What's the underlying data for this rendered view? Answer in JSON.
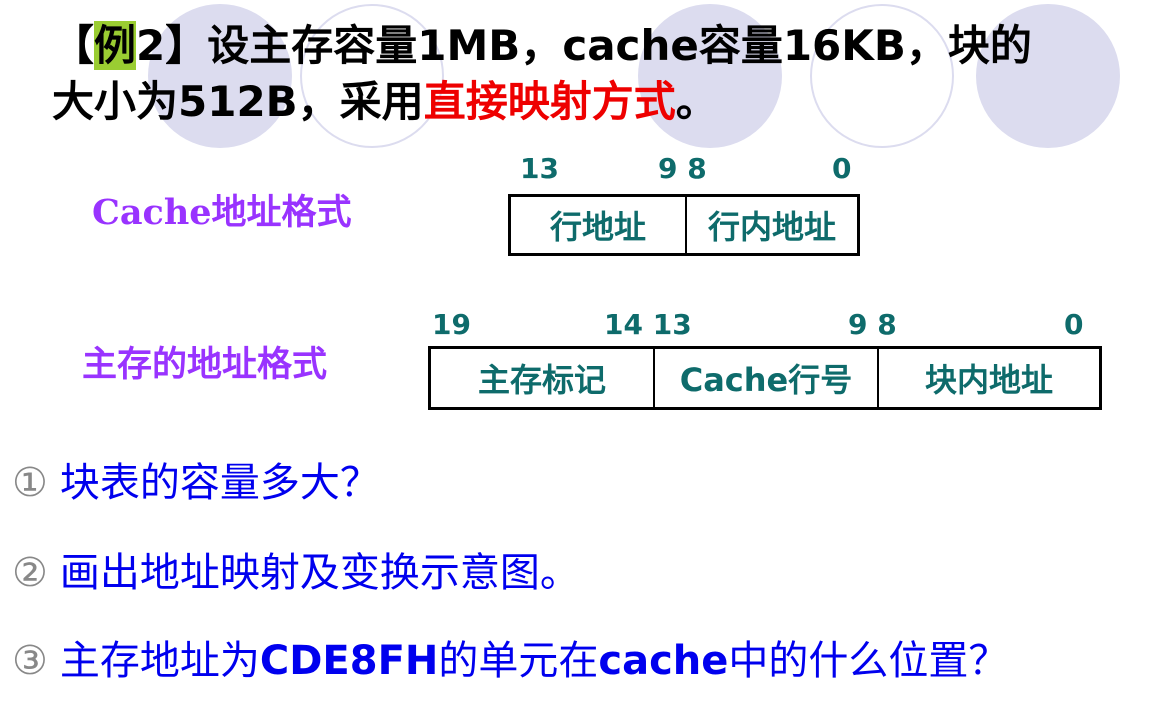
{
  "title": {
    "bracket_open": "【",
    "example_char": "例",
    "example_num": "2",
    "bracket_close": "】",
    "line1_rest": "设主存容量1MB，cache容量16KB，块的",
    "line2_pre": "大小为512B，采用",
    "line2_red": "直接映射方式",
    "line2_post": "。"
  },
  "cache_format": {
    "label": "Cache地址格式",
    "bits": [
      "13",
      "9 8",
      "0"
    ],
    "fields": [
      "行地址",
      "行内地址"
    ]
  },
  "mem_format": {
    "label": "主存的地址格式",
    "bits": [
      "19",
      "14 13",
      "9 8",
      "0"
    ],
    "fields": [
      "主存标记",
      "Cache行号",
      "块内地址"
    ]
  },
  "questions": [
    {
      "num": "①",
      "text": "块表的容量多大？"
    },
    {
      "num": "②",
      "text": "画出地址映射及变换示意图。"
    },
    {
      "num": "③",
      "pre": "主存地址为",
      "bold": "CDE8FH",
      "post": "的单元在",
      "bold2": "cache",
      "post2": "中的什么位置？"
    }
  ],
  "colors": {
    "purple_label": "#9933ff",
    "teal_field": "#0e6b6b",
    "blue_question": "#0000ee",
    "red_emphasis": "#ee0000",
    "highlight": "#9acd32"
  }
}
